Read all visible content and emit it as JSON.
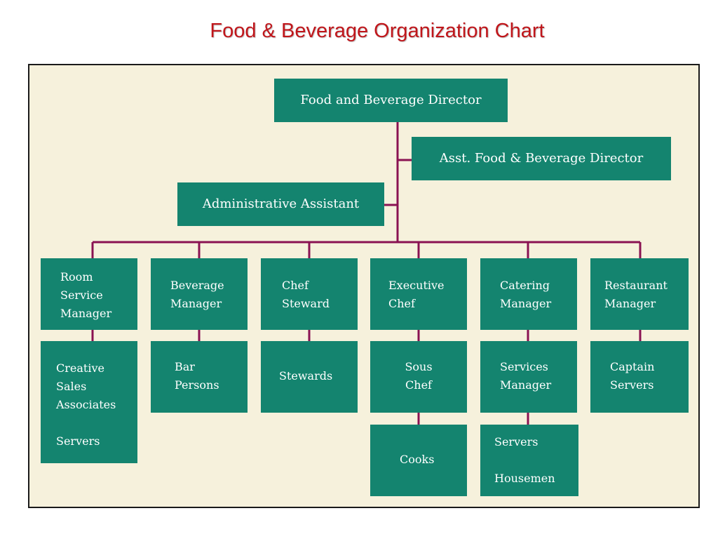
{
  "title": "Food & Beverage Organization Chart",
  "colors": {
    "box": "#14846f",
    "line": "#8a1252",
    "frame_bg": "#f6f1dc",
    "title": "#c0161b"
  },
  "nodes": {
    "director": "Food and Beverage Director",
    "asst_director": "Asst. Food & Beverage Director",
    "admin_assistant": "Administrative Assistant",
    "room_service_manager": "Room\nService\nManager",
    "beverage_manager": "Beverage\nManager",
    "chef_steward": "Chef\nSteward",
    "executive_chef": "Executive\nChef",
    "catering_manager": "Catering\nManager",
    "restaurant_manager": "Restaurant\nManager",
    "room_service_staff": "Creative\nSales\nAssociates\n\nServers",
    "bar_persons": "Bar\nPersons",
    "stewards": "Stewards",
    "sous_chef": "Sous\nChef",
    "services_manager": "Services\nManager",
    "captain_servers": "Captain\nServers",
    "cooks": "Cooks",
    "servers_housemen": "Servers\n\nHousemen"
  }
}
